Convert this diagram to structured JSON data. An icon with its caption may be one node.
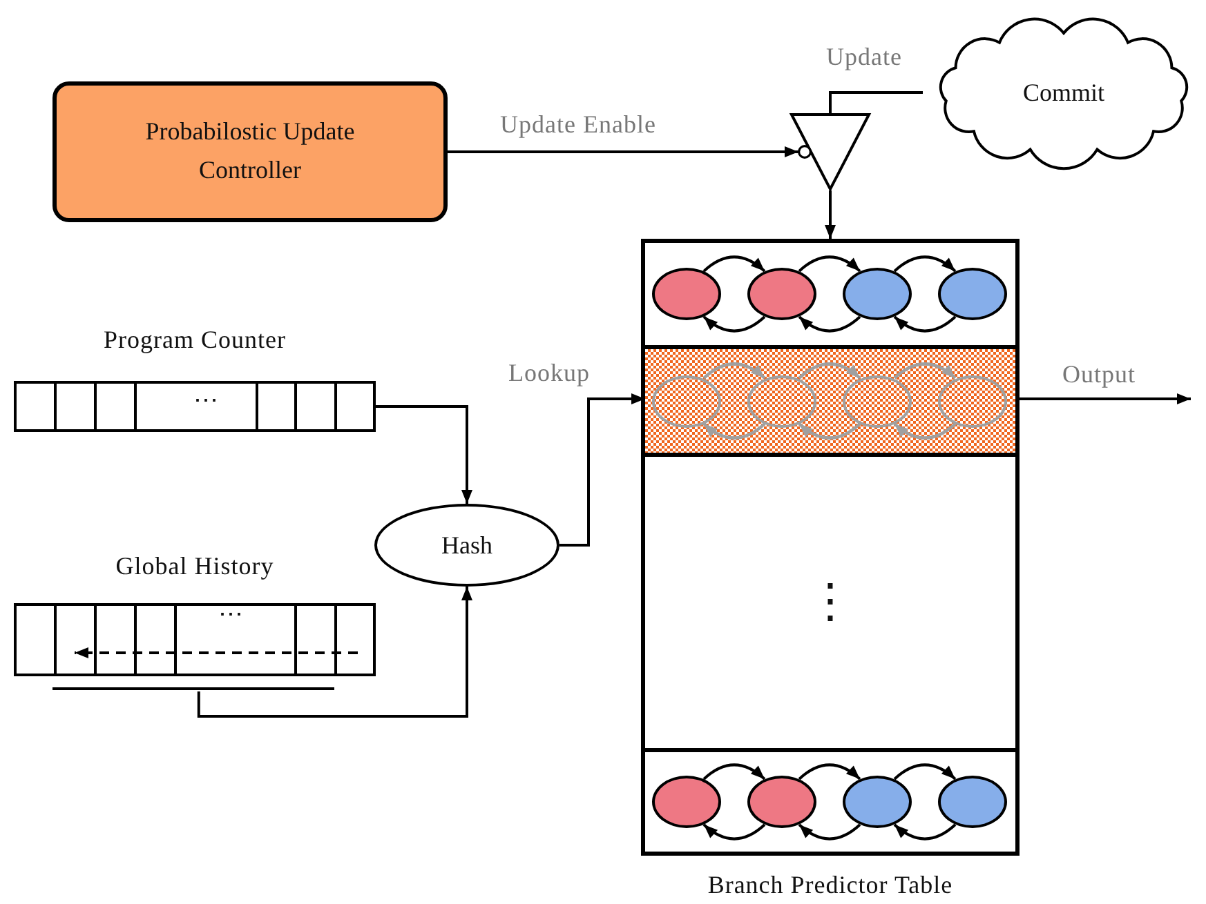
{
  "diagram": {
    "nodes": [
      {
        "text": [
          "Probabilostic Update Controller"
        ]
      },
      {
        "text": [],
        "shape": "triangle"
      },
      {
        "text": [
          "Commit"
        ]
      },
      {
        "text": [
          "Branch Predictor Table"
        ]
      },
      {
        "text": [],
        "shape": "box",
        "in": 3
      },
      {
        "text": [],
        "shape": "circle",
        "in": 4
      },
      {
        "text": [],
        "shape": "circle",
        "in": 4
      },
      {
        "text": [],
        "shape": "circle",
        "in": 4
      },
      {
        "text": [],
        "shape": "circle",
        "in": 4
      },
      {
        "text": [],
        "shape": "box",
        "in": 3
      },
      {
        "text": [],
        "shape": "circle",
        "in": 9
      },
      {
        "text": [],
        "shape": "circle",
        "in": 9
      },
      {
        "text": [],
        "shape": "circle",
        "in": 9
      },
      {
        "text": [],
        "shape": "circle",
        "in": 9
      },
      {
        "text": [
          "⋮"
        ],
        "in": 3
      },
      {
        "text": [],
        "shape": "box",
        "in": 3
      },
      {
        "text": [],
        "shape": "circle",
        "in": 15
      },
      {
        "text": [],
        "shape": "circle",
        "in": 15
      },
      {
        "text": [],
        "shape": "circle",
        "in": 15
      },
      {
        "text": [],
        "shape": "circle",
        "in": 15
      },
      {
        "text": [
          "Program Counter",
          "⋯"
        ]
      },
      {
        "text": [
          "Global History",
          "⋯"
        ]
      },
      {
        "text": [
          "Hash"
        ]
      }
    ],
    "edges": [
      {
        "from": 0,
        "to": 1,
        "arrow": "to",
        "label": "Update Enable"
      },
      {
        "from": 2,
        "to": 1,
        "arrow": "none",
        "label": "Update"
      },
      {
        "from": 1,
        "to": 4,
        "arrow": "to"
      },
      {
        "from": 20,
        "to": 22,
        "arrow": "to"
      },
      {
        "from": 21,
        "to": 22,
        "arrow": "to"
      },
      {
        "from": 22,
        "to": 9,
        "arrow": "to",
        "label": "Lookup"
      },
      {
        "from": 9,
        "to": null,
        "arrow": "to",
        "label": "Output"
      },
      {
        "from": 5,
        "to": 6,
        "arrow": "to"
      },
      {
        "from": 6,
        "to": 7,
        "arrow": "to"
      },
      {
        "from": 7,
        "to": 8,
        "arrow": "to"
      },
      {
        "from": 6,
        "to": 5,
        "arrow": "to"
      },
      {
        "from": 7,
        "to": 6,
        "arrow": "to"
      },
      {
        "from": 8,
        "to": 7,
        "arrow": "to"
      },
      {
        "from": 10,
        "to": 11,
        "arrow": "to",
        "color": "#a0a0a0"
      },
      {
        "from": 11,
        "to": 12,
        "arrow": "to",
        "color": "#a0a0a0"
      },
      {
        "from": 12,
        "to": 13,
        "arrow": "to",
        "color": "#a0a0a0"
      },
      {
        "from": 11,
        "to": 10,
        "arrow": "to",
        "color": "#a0a0a0"
      },
      {
        "from": 12,
        "to": 11,
        "arrow": "to",
        "color": "#a0a0a0"
      },
      {
        "from": 13,
        "to": 12,
        "arrow": "to",
        "color": "#a0a0a0"
      },
      {
        "from": 16,
        "to": 17,
        "arrow": "to"
      },
      {
        "from": 17,
        "to": 18,
        "arrow": "to"
      },
      {
        "from": 18,
        "to": 19,
        "arrow": "to"
      },
      {
        "from": 17,
        "to": 16,
        "arrow": "to"
      },
      {
        "from": 18,
        "to": 17,
        "arrow": "to"
      },
      {
        "from": 19,
        "to": 18,
        "arrow": "to"
      }
    ]
  }
}
